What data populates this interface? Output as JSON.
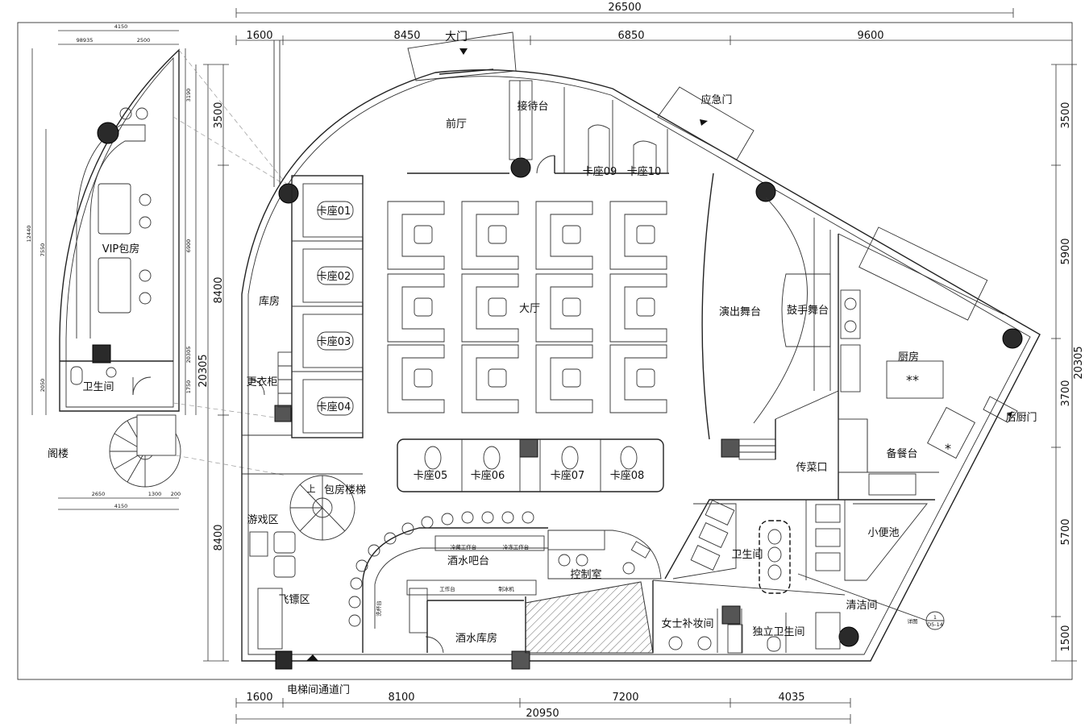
{
  "dimensions": {
    "top_total": "26500",
    "top_segments": [
      "1600",
      "8450",
      "6850",
      "9600"
    ],
    "bottom_segments": [
      "1600",
      "8100",
      "7200",
      "4035"
    ],
    "bottom_total": "20950",
    "left_main": [
      "3500",
      "8400",
      "8400"
    ],
    "left_total": "20305",
    "right_segments": [
      "3500",
      "5900",
      "3700",
      "5700",
      "1500"
    ],
    "right_total": "20305",
    "loft_top": [
      "4150",
      "98935",
      "2500"
    ],
    "loft_bottom": [
      "2650",
      "1300",
      "200",
      "4150"
    ],
    "loft_left": [
      "12440",
      "7550",
      "2050"
    ],
    "loft_right": [
      "3190",
      "6900",
      "1750",
      "20305"
    ]
  },
  "loft": {
    "vip_room": "VIP包房",
    "toilet": "卫生间",
    "title": "阁楼"
  },
  "rooms": {
    "main_gate": "大门",
    "front_hall": "前厅",
    "reception": "接待台",
    "emergency_door": "应急门",
    "booth09": "卡座09",
    "booth10": "卡座10",
    "booth01": "卡座01",
    "booth02": "卡座02",
    "booth03": "卡座03",
    "booth04": "卡座04",
    "booth05": "卡座05",
    "booth06": "卡座06",
    "booth07": "卡座07",
    "booth08": "卡座08",
    "storage": "库房",
    "locker": "更衣柜",
    "hall": "大厅",
    "stage": "演出舞台",
    "drum_stage": "鼓手舞台",
    "kitchen": "厨房",
    "back_kitchen_door": "后厨门",
    "prep_table": "备餐台",
    "serving_window": "传菜口",
    "private_stairs": "包房楼梯",
    "stair_up": "上",
    "game_area": "游戏区",
    "dart_area": "飞镖区",
    "bar": "酒水吧台",
    "control_room": "控制室",
    "liquor_storage": "酒水库房",
    "toilet": "卫生间",
    "urinal": "小便池",
    "cleaning_room": "清洁间",
    "ladies_makeup": "女士补妆间",
    "private_toilet": "独立卫生间",
    "elevator_door": "电梯间通道门",
    "detail_tag": "详图",
    "detail_num": "1",
    "detail_ref": "D5-14",
    "workbench_a": "工作台",
    "workbench_b": "冷藏工作台",
    "workbench_c": "冷冻工作台",
    "workbench_d": "制冰机",
    "workbench_e": "洗杯台",
    "kitchen_mark": "**",
    "prep_mark": "*"
  }
}
